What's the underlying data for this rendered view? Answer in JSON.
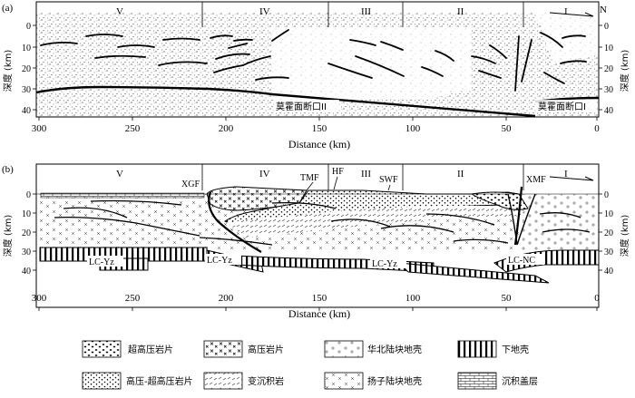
{
  "panel_a": {
    "label": "(a)",
    "zones": [
      "V",
      "IV",
      "III",
      "II",
      "I"
    ],
    "north": "N",
    "y_axis_label": "深度 (km)",
    "y_ticks": [
      "0",
      "10",
      "20",
      "30",
      "40"
    ],
    "x_ticks": [
      "300",
      "250",
      "200",
      "150",
      "100",
      "50",
      "0"
    ],
    "x_axis_label": "Distance (km)",
    "annotation_left": "莫霍面断口II",
    "annotation_right": "莫霍面断口I"
  },
  "panel_b": {
    "label": "(b)",
    "zones": [
      "V",
      "IV",
      "III",
      "II",
      "I"
    ],
    "faults": [
      "XGF",
      "TMF",
      "HF",
      "SWF",
      "XMF"
    ],
    "units": [
      "LC-Yz",
      "LC-Yz",
      "LC-Yz",
      "LC-NC"
    ],
    "y_axis_label": "深度 (km)",
    "y_ticks": [
      "0",
      "10",
      "20",
      "30",
      "40"
    ],
    "x_ticks": [
      "300",
      "250",
      "200",
      "150",
      "100",
      "50",
      "0"
    ],
    "x_axis_label": "Distance (km)"
  },
  "legend": [
    {
      "label": "超高压岩片",
      "pattern": "uhp"
    },
    {
      "label": "高压岩片",
      "pattern": "hp"
    },
    {
      "label": "华北陆块地壳",
      "pattern": "ncc"
    },
    {
      "label": "下地壳",
      "pattern": "lc"
    },
    {
      "label": "高压-超高压岩片",
      "pattern": "hpuhp"
    },
    {
      "label": "变沉积岩",
      "pattern": "meta"
    },
    {
      "label": "扬子陆块地壳",
      "pattern": "ycc"
    },
    {
      "label": "沉积盖层",
      "pattern": "sed"
    }
  ]
}
